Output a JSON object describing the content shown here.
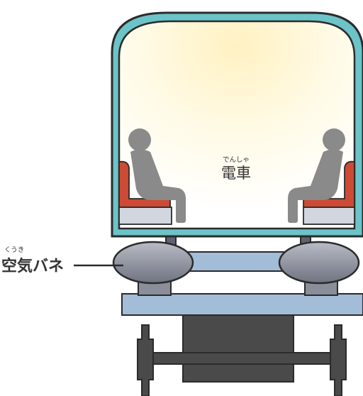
{
  "train": {
    "label": "電車",
    "reading": "でんしゃ"
  },
  "callout": {
    "label": "空気バネ",
    "reading": "くうき"
  },
  "colors": {
    "body_outline": "#2b2b2b",
    "body_trim": "#6cc3c8",
    "interior_light": "#fff6cf",
    "interior_bg": "#fffdf5",
    "seat_red": "#cd4a34",
    "seat_base": "#d2d6df",
    "passenger": "#8a8a8a",
    "spring": "#8a8e9a",
    "beam": "#a3bcd8",
    "bogie": "#4a4a4a"
  },
  "icons": [
    "passenger-left-icon",
    "passenger-right-icon"
  ]
}
